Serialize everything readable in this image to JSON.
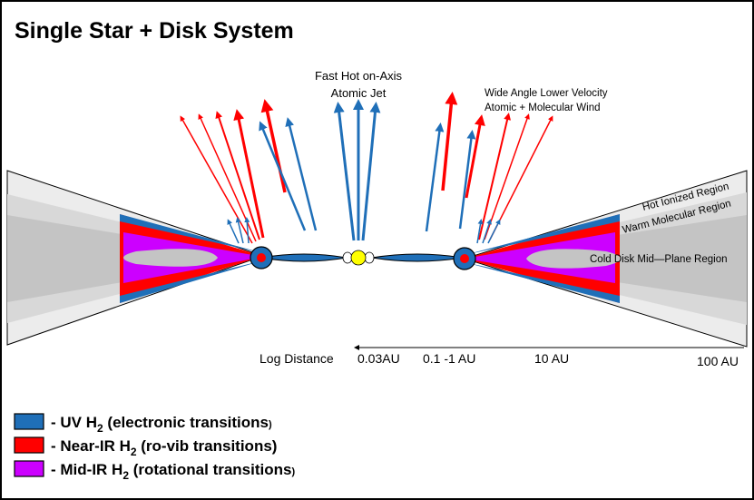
{
  "title": "Single Star + Disk System",
  "jet_label": {
    "line1": "Fast Hot on-Axis",
    "line2": "Atomic Jet"
  },
  "wind_label": {
    "line1": "Wide Angle Lower Velocity",
    "line2": "Atomic + Molecular Wind"
  },
  "regions": {
    "hot_ionized": "Hot Ionized Region",
    "warm_molecular": "Warm Molecular Region",
    "cold_midplane": "Cold Disk Mid—Plane Region"
  },
  "distance_axis": {
    "label": "Log Distance",
    "ticks": [
      "0.03AU",
      "0.1 -1 AU",
      "10 AU",
      "100 AU"
    ]
  },
  "legend": [
    {
      "prefix": "- UV H",
      "sub": "2",
      "suffix": " (electronic transitions",
      "small": ")",
      "color": "#1f6fb8"
    },
    {
      "prefix": "- Near-IR H",
      "sub": "2",
      "suffix": " (ro-vib transitions)",
      "small": "",
      "color": "#ff0000"
    },
    {
      "prefix": "- Mid-IR H",
      "sub": "2",
      "suffix": " (rotational transitions",
      "small": ")",
      "color": "#cc00ff"
    }
  ],
  "colors": {
    "uv": "#1f6fb8",
    "near_ir": "#ff0000",
    "mid_ir": "#cc00ff",
    "hot_ionized": "#ececec",
    "warm_molecular": "#d8d8d8",
    "cold_disk": "#c4c4c4",
    "star": "#ffff00"
  }
}
